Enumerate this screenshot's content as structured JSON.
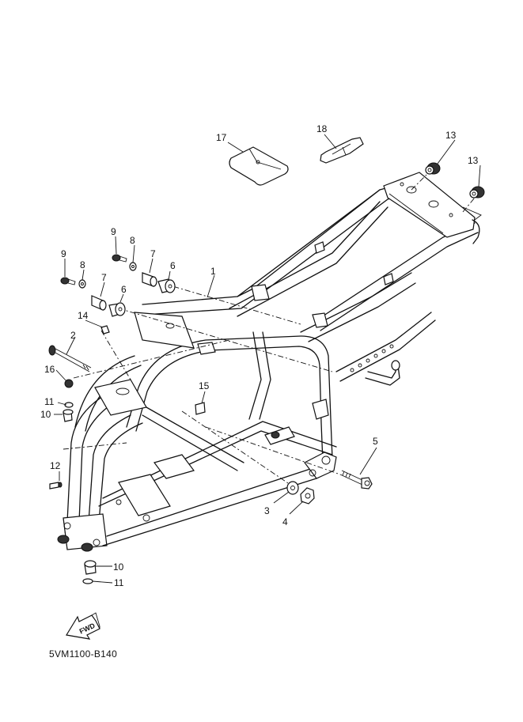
{
  "diagram": {
    "title": "Frame exploded parts diagram",
    "drawing_code": "5VM1100-B140",
    "direction_indicator": "FWD",
    "callouts": [
      {
        "id": "c1",
        "label": "1",
        "part": "frame"
      },
      {
        "id": "c2",
        "label": "2",
        "part": "engine mount bolt"
      },
      {
        "id": "c3",
        "label": "3",
        "part": "washer"
      },
      {
        "id": "c4",
        "label": "4",
        "part": "nut"
      },
      {
        "id": "c5",
        "label": "5",
        "part": "pivot bolt"
      },
      {
        "id": "c6a",
        "label": "6",
        "part": "damper"
      },
      {
        "id": "c6b",
        "label": "6",
        "part": "damper"
      },
      {
        "id": "c7a",
        "label": "7",
        "part": "collar"
      },
      {
        "id": "c7b",
        "label": "7",
        "part": "collar"
      },
      {
        "id": "c8a",
        "label": "8",
        "part": "washer"
      },
      {
        "id": "c8b",
        "label": "8",
        "part": "washer"
      },
      {
        "id": "c9a",
        "label": "9",
        "part": "bolt"
      },
      {
        "id": "c9b",
        "label": "9",
        "part": "bolt"
      },
      {
        "id": "c10a",
        "label": "10",
        "part": "cap"
      },
      {
        "id": "c10b",
        "label": "10",
        "part": "cap"
      },
      {
        "id": "c11a",
        "label": "11",
        "part": "o-ring"
      },
      {
        "id": "c11b",
        "label": "11",
        "part": "o-ring"
      },
      {
        "id": "c12",
        "label": "12",
        "part": "bolt"
      },
      {
        "id": "c13a",
        "label": "13",
        "part": "damper"
      },
      {
        "id": "c13b",
        "label": "13",
        "part": "damper"
      },
      {
        "id": "c14",
        "label": "14",
        "part": "clip"
      },
      {
        "id": "c15",
        "label": "15",
        "part": "label"
      },
      {
        "id": "c16",
        "label": "16",
        "part": "nut"
      },
      {
        "id": "c17",
        "label": "17",
        "part": "tool bag"
      },
      {
        "id": "c18",
        "label": "18",
        "part": "holder"
      }
    ]
  }
}
